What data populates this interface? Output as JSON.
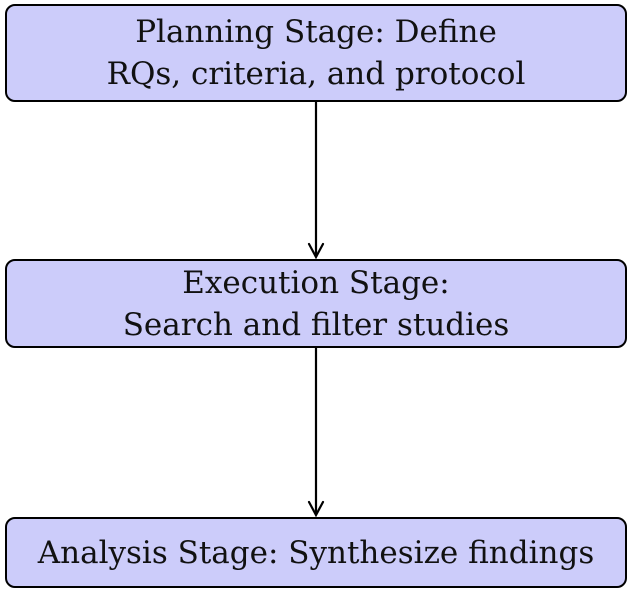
{
  "diagram": {
    "colors": {
      "box_fill": "#ccccfa",
      "box_border": "#000000",
      "arrow": "#000000"
    },
    "stages": [
      {
        "line1": "Planning Stage: Define",
        "line2": "RQs, criteria, and protocol"
      },
      {
        "line1": "Execution Stage:",
        "line2": "Search and filter studies"
      },
      {
        "line1": "Analysis Stage: Synthesize findings"
      }
    ],
    "connections": [
      {
        "from": "planning",
        "to": "execution"
      },
      {
        "from": "execution",
        "to": "analysis"
      }
    ]
  }
}
